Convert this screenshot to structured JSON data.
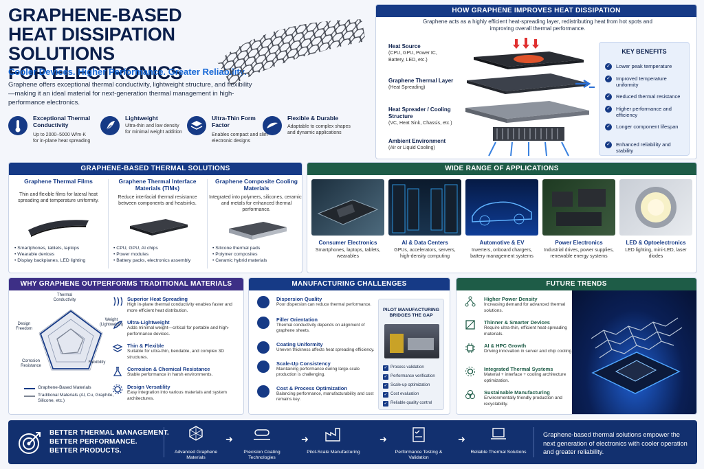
{
  "header": {
    "title_line1": "GRAPHENE-BASED",
    "title_line2": "HEAT DISSIPATION SOLUTIONS",
    "title_line3": "FOR ELECTRONICS",
    "tagline": "Cooler Devices. Higher Performance. Greater Reliability.",
    "intro": "Graphene offers exceptional thermal conductivity, lightweight structure, and flexibility—making it an ideal material for next-generation thermal management in high-performance electronics."
  },
  "features": [
    {
      "title": "Exceptional Thermal Conductivity",
      "desc": "Up to 2000–5000 W/m·K for in-plane heat spreading",
      "icon": "thermometer-icon"
    },
    {
      "title": "Lightweight",
      "desc": "Ultra-thin and low density for minimal weight addition",
      "icon": "feather-icon"
    },
    {
      "title": "Ultra-Thin Form Factor",
      "desc": "Enables compact and slim electronic designs",
      "icon": "layers-icon"
    },
    {
      "title": "Flexible & Durable",
      "desc": "Adaptable to complex shapes and dynamic applications",
      "icon": "flexible-film-icon"
    }
  ],
  "heat": {
    "heading": "HOW GRAPHENE IMPROVES HEAT DISSIPATION",
    "desc": "Graphene acts as a highly efficient heat-spreading layer, redistributing heat from hot spots and improving overall thermal performance.",
    "layers": [
      {
        "title": "Heat Source",
        "sub": "(CPU, GPU, Power IC, Battery, LED, etc.)"
      },
      {
        "title": "Graphene Thermal Layer",
        "sub": "(Heat Spreading)"
      },
      {
        "title": "Heat Spreader / Cooling Structure",
        "sub": "(VC, Heat Sink, Chassis, etc.)"
      },
      {
        "title": "Ambient Environment",
        "sub": "(Air or Liquid Cooling)"
      }
    ],
    "benefits_heading": "KEY BENEFITS",
    "benefits": [
      "Lower peak temperature",
      "Improved temperature uniformity",
      "Reduced thermal resistance",
      "Higher performance and efficiency",
      "Longer component lifespan",
      "Enhanced reliability and stability"
    ]
  },
  "solutions": {
    "heading": "GRAPHENE-BASED THERMAL SOLUTIONS",
    "items": [
      {
        "title": "Graphene Thermal Films",
        "desc": "Thin and flexible films for lateral heat spreading and temperature uniformity.",
        "list": [
          "Smartphones, tablets, laptops",
          "Wearable devices",
          "Display backplanes, LED lighting"
        ]
      },
      {
        "title": "Graphene Thermal Interface Materials (TIMs)",
        "desc": "Reduce interfacial thermal resistance between components and heatsinks.",
        "list": [
          "CPU, GPU, AI chips",
          "Power modules",
          "Battery packs, electronics assembly"
        ]
      },
      {
        "title": "Graphene Composite Cooling Materials",
        "desc": "Integrated into polymers, silicones, ceramics and metals for enhanced thermal performance.",
        "list": [
          "Silicone thermal pads",
          "Polymer composites",
          "Ceramic hybrid materials"
        ]
      }
    ]
  },
  "apps": {
    "heading": "WIDE RANGE OF APPLICATIONS",
    "items": [
      {
        "title": "Consumer Electronics",
        "desc": "Smartphones, laptops, tablets, wearables"
      },
      {
        "title": "AI & Data Centers",
        "desc": "GPUs, accelerators, servers, high-density computing"
      },
      {
        "title": "Automotive & EV",
        "desc": "Inverters, onboard chargers, battery management systems"
      },
      {
        "title": "Power Electronics",
        "desc": "Industrial drives, power supplies, renewable energy systems"
      },
      {
        "title": "LED & Optoelectronics",
        "desc": "LED lighting, mini-LED, laser diodes"
      }
    ]
  },
  "why": {
    "heading": "WHY GRAPHENE OUTPERFORMS TRADITIONAL MATERIALS",
    "radar_labels": [
      "Thermal Conductivity",
      "Weight (Lightweight)",
      "Flexibility",
      "Corrosion Resistance",
      "Design Freedom"
    ],
    "legend_graphene": "Graphene-Based Materials",
    "legend_traditional": "Traditional Materials (Al, Cu, Graphite, Silicone, etc.)",
    "items": [
      {
        "title": "Superior Heat Spreading",
        "desc": "High in-plane thermal conductivity enables faster and more efficient heat distribution."
      },
      {
        "title": "Ultra-Lightweight",
        "desc": "Adds minimal weight—critical for portable and high-performance devices."
      },
      {
        "title": "Thin & Flexible",
        "desc": "Suitable for ultra-thin, bendable, and complex 3D structures."
      },
      {
        "title": "Corrosion & Chemical Resistance",
        "desc": "Stable performance in harsh environments."
      },
      {
        "title": "Design Versatility",
        "desc": "Easy integration into various materials and system architectures."
      }
    ]
  },
  "mfg": {
    "heading": "MANUFACTURING CHALLENGES",
    "items": [
      {
        "title": "Dispersion Quality",
        "desc": "Poor dispersion can reduce thermal performance."
      },
      {
        "title": "Filler Orientation",
        "desc": "Thermal conductivity depends on alignment of graphene sheets."
      },
      {
        "title": "Coating Uniformity",
        "desc": "Uneven thickness affects heat spreading efficiency."
      },
      {
        "title": "Scale-Up Consistency",
        "desc": "Maintaining performance during large-scale production is challenging."
      },
      {
        "title": "Cost & Process Optimization",
        "desc": "Balancing performance, manufacturability and cost remains key."
      }
    ],
    "pilot_title": "PILOT MANUFACTURING BRIDGES THE GAP",
    "pilot_items": [
      "Process validation",
      "Performance verification",
      "Scale-up optimization",
      "Cost evaluation",
      "Reliable quality control"
    ]
  },
  "future": {
    "heading": "FUTURE TRENDS",
    "items": [
      {
        "title": "Higher Power Density",
        "desc": "Increasing demand for advanced thermal solutions."
      },
      {
        "title": "Thinner & Smarter Devices",
        "desc": "Require ultra-thin, efficient heat-spreading materials."
      },
      {
        "title": "AI & HPC Growth",
        "desc": "Driving innovation in server and chip cooling."
      },
      {
        "title": "Integrated Thermal Systems",
        "desc": "Material + interface + cooling architecture optimization."
      },
      {
        "title": "Sustainable Manufacturing",
        "desc": "Environmentally friendly production and recyclability."
      }
    ]
  },
  "footer": {
    "line1": "BETTER THERMAL MANAGEMENT.",
    "line2": "BETTER PERFORMANCE.",
    "line3": "BETTER PRODUCTS.",
    "steps": [
      "Advanced Graphene Materials",
      "Precision Coating Technologies",
      "Pilot-Scale Manufacturing",
      "Performance Testing & Validation",
      "Reliable Thermal Solutions"
    ],
    "closing": "Graphene-based thermal solutions empower the next generation of electronics with cooler operation and greater reliability."
  },
  "colors": {
    "navy": "#163a86",
    "green": "#1e5c47",
    "purple": "#3d2f86",
    "accent_blue": "#1768d6",
    "footer_bg": "#12306f"
  }
}
